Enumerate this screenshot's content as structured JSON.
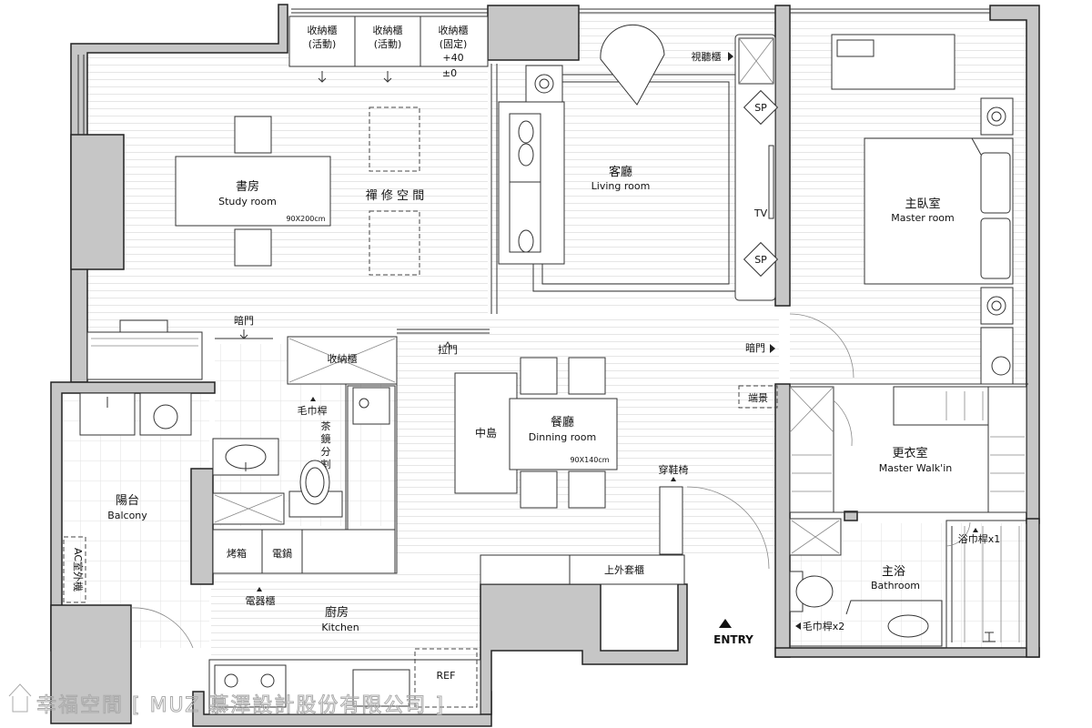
{
  "rooms": {
    "study": {
      "zh": "書房",
      "en": "Study  room",
      "size": "90X200cm"
    },
    "zen": {
      "zh": "禪 修 空 間"
    },
    "living": {
      "zh": "客廳",
      "en": "Living room"
    },
    "master": {
      "zh": "主臥室",
      "en": "Master  room"
    },
    "dining": {
      "zh": "餐廳",
      "en": "Dinning room",
      "size": "90X140cm"
    },
    "island": {
      "zh": "中島"
    },
    "walkin": {
      "zh": "更衣室",
      "en": "Master Walk'in"
    },
    "balcony": {
      "zh": "陽台",
      "en": "Balcony"
    },
    "kitchen": {
      "zh": "廚房",
      "en": "Kitchen"
    },
    "bath": {
      "zh": "主浴",
      "en": "Bathroom"
    }
  },
  "labels": {
    "storage_mobile": "收納櫃",
    "mobile": "(活動)",
    "fixed": "(固定)",
    "plus40": "+40",
    "pm0": "±0",
    "tv_cabinet": "視聽櫃",
    "sp": "SP",
    "tv": "TV",
    "hidden_door_1": "暗門",
    "hidden_door_2": "暗門",
    "sliding_door": "拉門",
    "storage": "收納櫃",
    "towel_rack": "毛巾桿",
    "tea_mirror": [
      "茶",
      "鏡",
      "分",
      "割"
    ],
    "end_view": "端景",
    "shoe_bench": "穿鞋椅",
    "coat_cabinet": "上外套櫃",
    "oven": "烤箱",
    "rice_cooker": "電鍋",
    "appliance_cabinet": "電器櫃",
    "ac_unit": "AC室外機",
    "bath_towel_rack": "浴巾桿x1",
    "towel_rack_x2": "毛巾桿x2",
    "ref": "REF",
    "entry": "ENTRY"
  },
  "watermark": "幸福空間 [ MUZ 慕澤設計股份有限公司 ]"
}
